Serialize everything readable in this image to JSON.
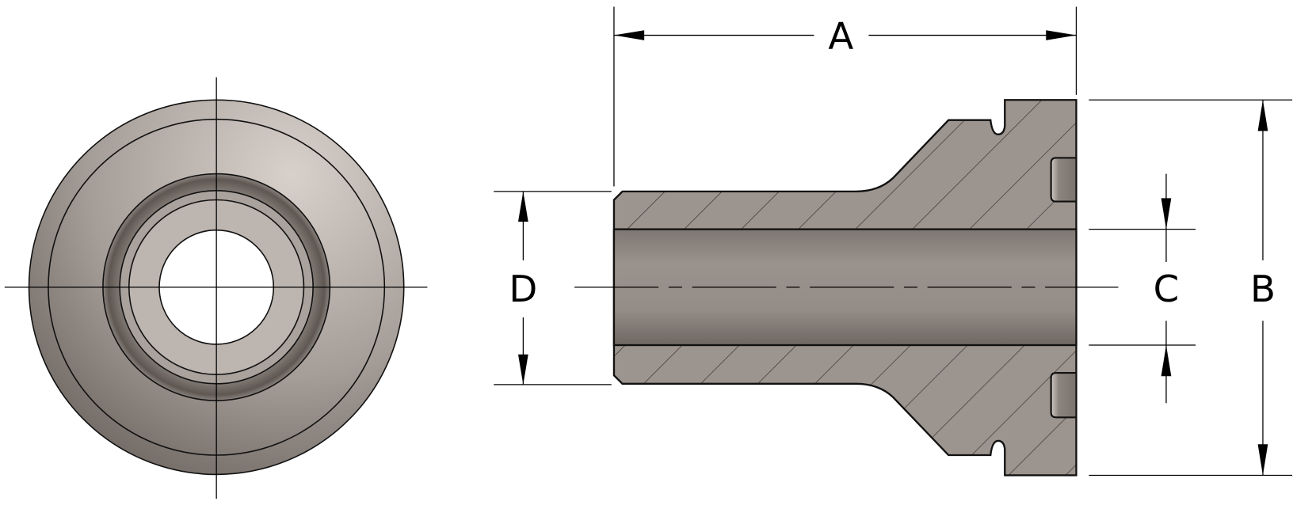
{
  "drawing": {
    "dimension_labels": {
      "length": "A",
      "flange_diameter": "B",
      "bore_diameter": "C",
      "body_diameter": "D"
    },
    "colors": {
      "part_fill": "#9a928c",
      "bore_fill": "#8f8780",
      "face_light": "#cfc7c1",
      "face_dark": "#6f6863",
      "line": "#000000"
    }
  }
}
